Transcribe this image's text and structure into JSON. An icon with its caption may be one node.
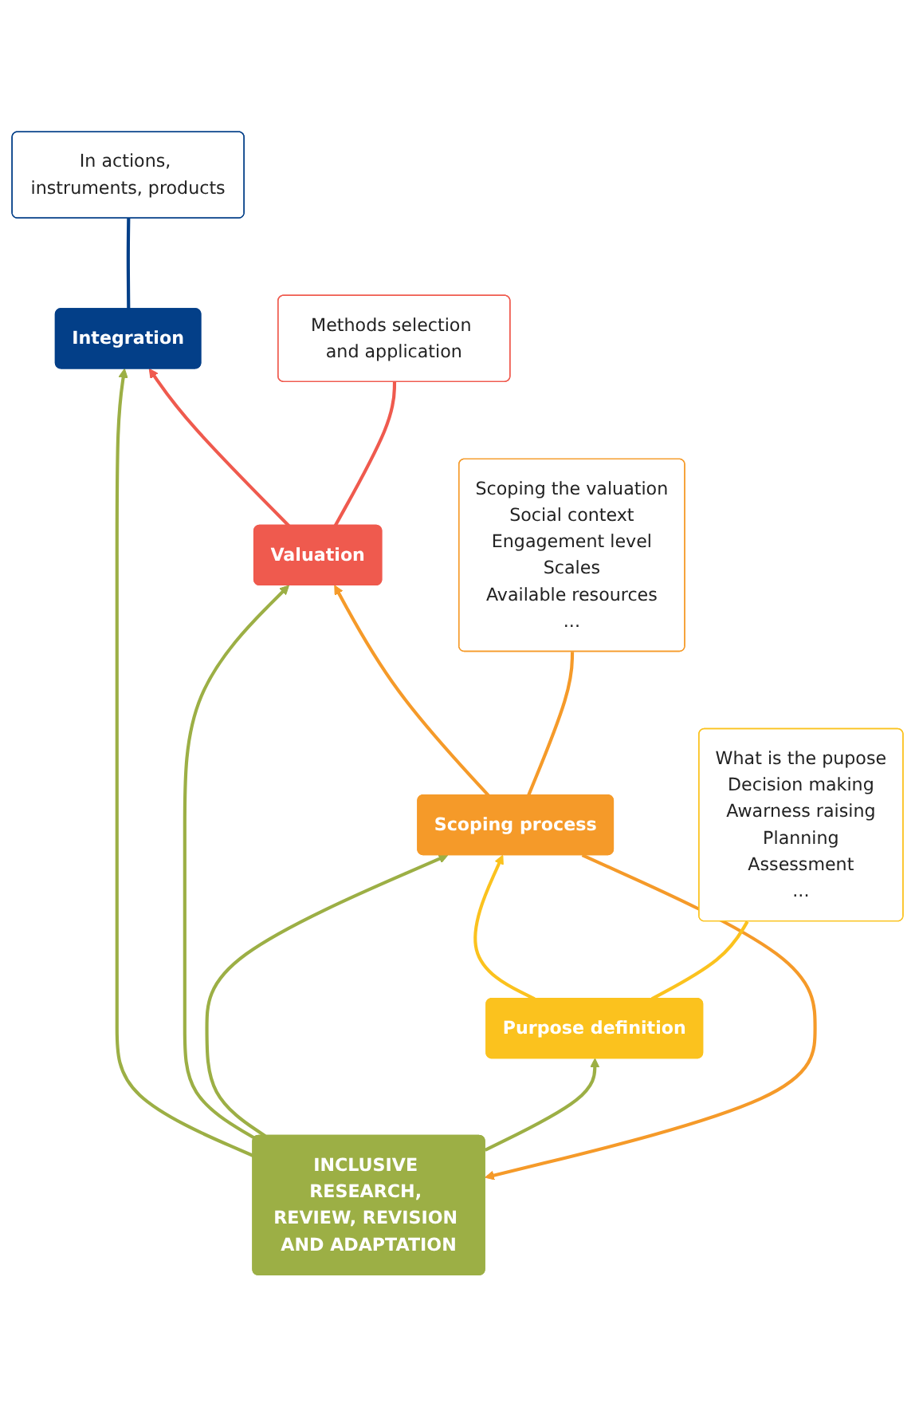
{
  "diagram": {
    "nodes": [
      {
        "text": [
          "INCLUSIVE RESEARCH, REVIEW, REVISION AND ADAPTATION"
        ]
      },
      {
        "text": [
          "Integration"
        ]
      },
      {
        "text": [
          "In actions, instruments, products"
        ]
      },
      {
        "text": [
          "Valuation"
        ]
      },
      {
        "text": [
          "Methods selection and application"
        ]
      },
      {
        "text": [
          "Scoping process"
        ]
      },
      {
        "text": [
          "Scoping the valuation",
          "Social context",
          "Engagement level",
          "Scales",
          "Available resources",
          "..."
        ]
      },
      {
        "text": [
          "Purpose definition"
        ]
      },
      {
        "text": [
          "What is the pupose",
          "Decision making",
          "Awarness raising",
          "Planning",
          "Assessment",
          "..."
        ]
      }
    ],
    "edges": [
      {
        "from": 0,
        "to": 1,
        "arrow": "to"
      },
      {
        "from": 0,
        "to": 3,
        "arrow": "to"
      },
      {
        "from": 0,
        "to": 5,
        "arrow": "to"
      },
      {
        "from": 5,
        "to": 0,
        "arrow": "to",
        "color": "#f59a29"
      },
      {
        "from": 0,
        "to": 7,
        "arrow": "to"
      },
      {
        "from": 7,
        "to": 5,
        "arrow": "to",
        "color": "#fbc21e"
      },
      {
        "from": 5,
        "to": 3,
        "arrow": "to",
        "color": "#f59a29"
      },
      {
        "from": 3,
        "to": 1,
        "arrow": "to",
        "color": "#ef5a4e"
      },
      {
        "from": 1,
        "to": 2,
        "arrow": "none",
        "color": "#033f88"
      },
      {
        "from": 3,
        "to": 4,
        "arrow": "none",
        "color": "#ef5a4e"
      },
      {
        "from": 5,
        "to": 6,
        "arrow": "none",
        "color": "#f59a29"
      },
      {
        "from": 7,
        "to": 8,
        "arrow": "none",
        "color": "#fbc21e"
      }
    ]
  }
}
